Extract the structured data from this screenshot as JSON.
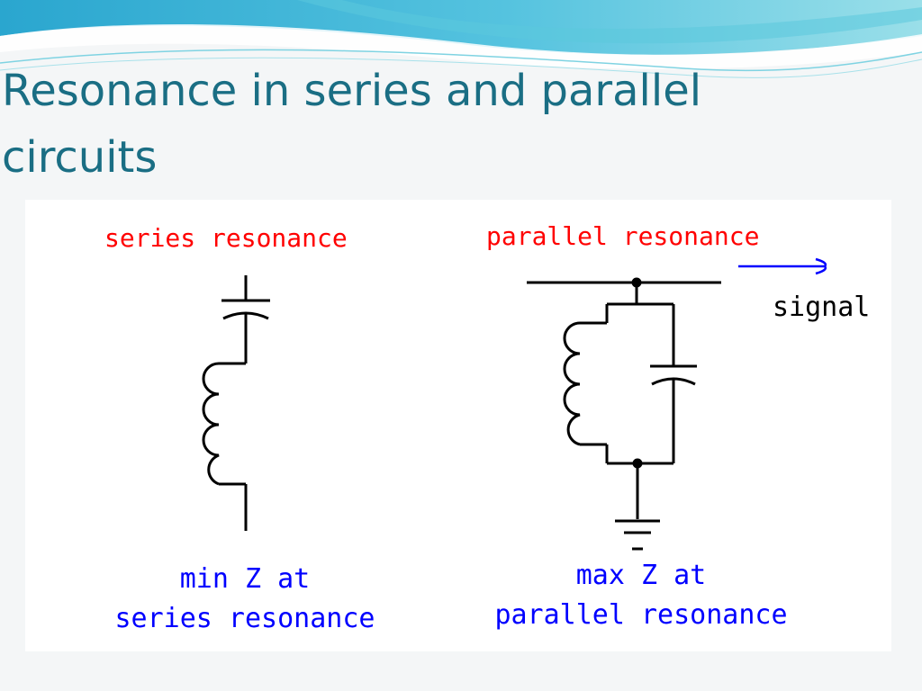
{
  "slide": {
    "title_line1": "Resonance in series and parallel",
    "title_line2": "circuits"
  },
  "figure": {
    "series_heading": "series resonance",
    "parallel_heading": "parallel resonance",
    "signal_label": "signal",
    "series_caption_line1": "min Z at",
    "series_caption_line2": "series resonance",
    "parallel_caption_line1": "max Z at",
    "parallel_caption_line2": "parallel resonance"
  },
  "colors": {
    "title": "#1a6e84",
    "heading_red": "#ff0000",
    "caption_blue": "#0000ff",
    "signal_arrow": "#0000ff",
    "wave_accent": "#5bc8dc"
  }
}
